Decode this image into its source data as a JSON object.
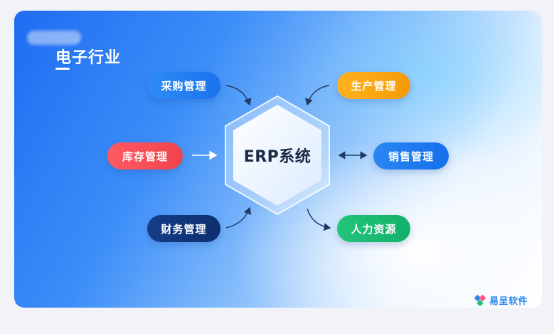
{
  "title": "电子行业",
  "center": {
    "label": "ERP系统"
  },
  "modules": {
    "purchase": "采购管理",
    "production": "生产管理",
    "inventory": "库存管理",
    "sales": "销售管理",
    "finance": "财务管理",
    "hr": "人力资源"
  },
  "logo": {
    "text": "易呈软件"
  },
  "colors": {
    "purchase": "#1a73ee",
    "production": "#f59a07",
    "inventory": "#f0434c",
    "sales": "#1570ec",
    "finance": "#0d2f6e",
    "hr": "#12b06a"
  }
}
